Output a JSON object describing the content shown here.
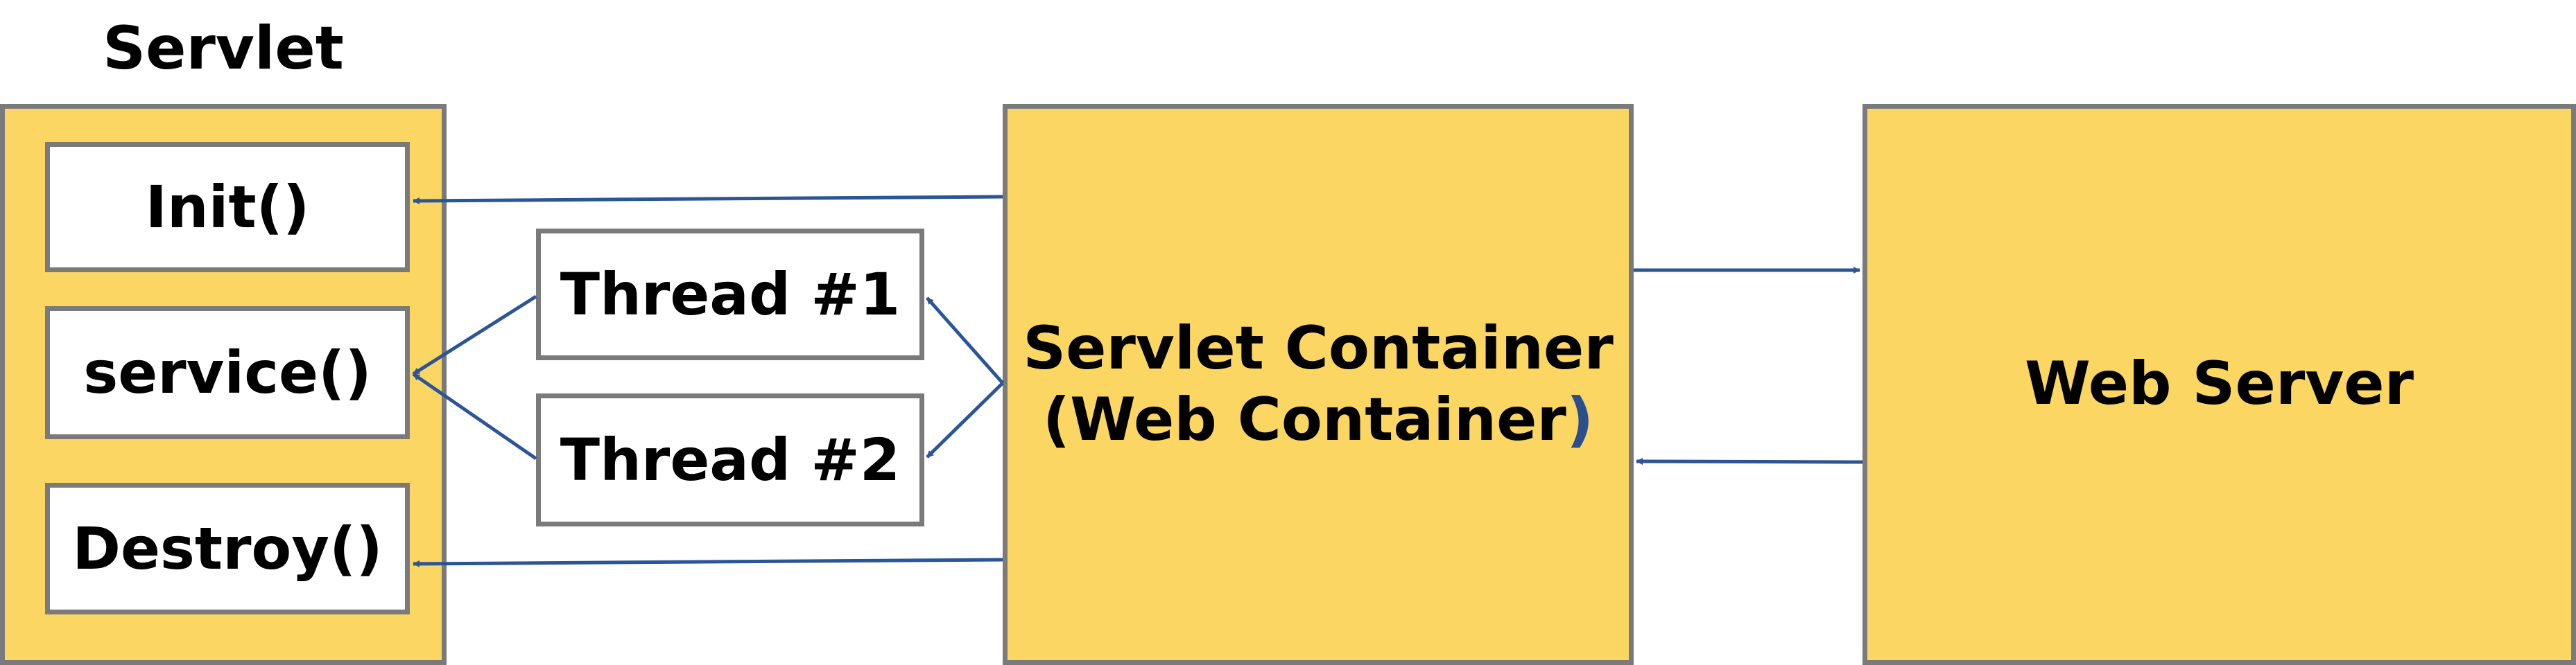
{
  "servlet": {
    "title": "Servlet",
    "methods": [
      "Init()",
      "service()",
      "Destroy()"
    ]
  },
  "threads": [
    "Thread #1",
    "Thread #2"
  ],
  "container": {
    "line1": "Servlet Container",
    "line2_open": "(",
    "line2_text": "Web Container",
    "line2_close": ")"
  },
  "web_server": {
    "label": "Web Server"
  },
  "colors": {
    "box_fill": "#fbd663",
    "border": "#7a7a7a",
    "arrow": "#2b5597"
  }
}
